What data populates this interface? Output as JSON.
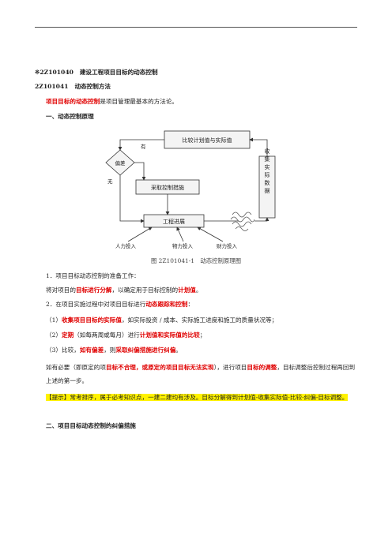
{
  "heading": {
    "mark": "※",
    "code": "2Z101040",
    "title": "建设工程项目目标的动态控制"
  },
  "subheading": {
    "code": "2Z101041",
    "title": "动态控制方法"
  },
  "intro": {
    "red": "项目目标的动态控制",
    "rest": "是项目管理最基本的方法论。"
  },
  "section1": "一、动态控制原理",
  "diagram": {
    "compare": "比较计划值与实际值",
    "collect": "收集实际数据",
    "deviation": "偏差",
    "yes": "有",
    "no": "无",
    "measures": "采取控制措施",
    "progress": "工程进展",
    "input_labor": "人力投入",
    "input_material": "物力投入",
    "input_finance": "财力投入"
  },
  "caption": "图 2Z101041-1　动态控制原理图",
  "p1": "1．项目目标动态控制的准备工作：",
  "p2": {
    "a": "将对项目的",
    "b": "目标进行分解",
    "c": "，以确定用于目标控制的",
    "d": "计划值",
    "e": "。"
  },
  "p3": {
    "a": "2．在项目实施过程中对项目目标进行",
    "b": "动态跟踪和控制",
    "c": "："
  },
  "p4": {
    "a": "（1）",
    "b": "收集项目目标的实际值",
    "c": "，如实际投资 / 成本、实际施工进度和施工的质量状况等；"
  },
  "p5": {
    "a": "（2）",
    "b": "定期",
    "c": "（如每两周或每月）进行",
    "d": "计划值和实际值的比较",
    "e": "；"
  },
  "p6": {
    "a": "（3）比较，",
    "b": "如有偏差",
    "c": "，则",
    "d": "采取纠偏措施进行纠偏",
    "e": "。"
  },
  "p7": {
    "a": "如有必要（即原定的项",
    "b": "目标不合理，或原定的项目目标无法实现",
    "c": "），进行项目",
    "d": "目标的调整",
    "e": "，目标调整后控制过程再回到上述的第一步。"
  },
  "tip": "【提示】常考排序，属于必考知识点，一建二建均有涉及。目标分解得到计划值-收集实际值-比较-纠偏-目标调整。",
  "section2": "二、项目目标动态控制的纠偏措施"
}
